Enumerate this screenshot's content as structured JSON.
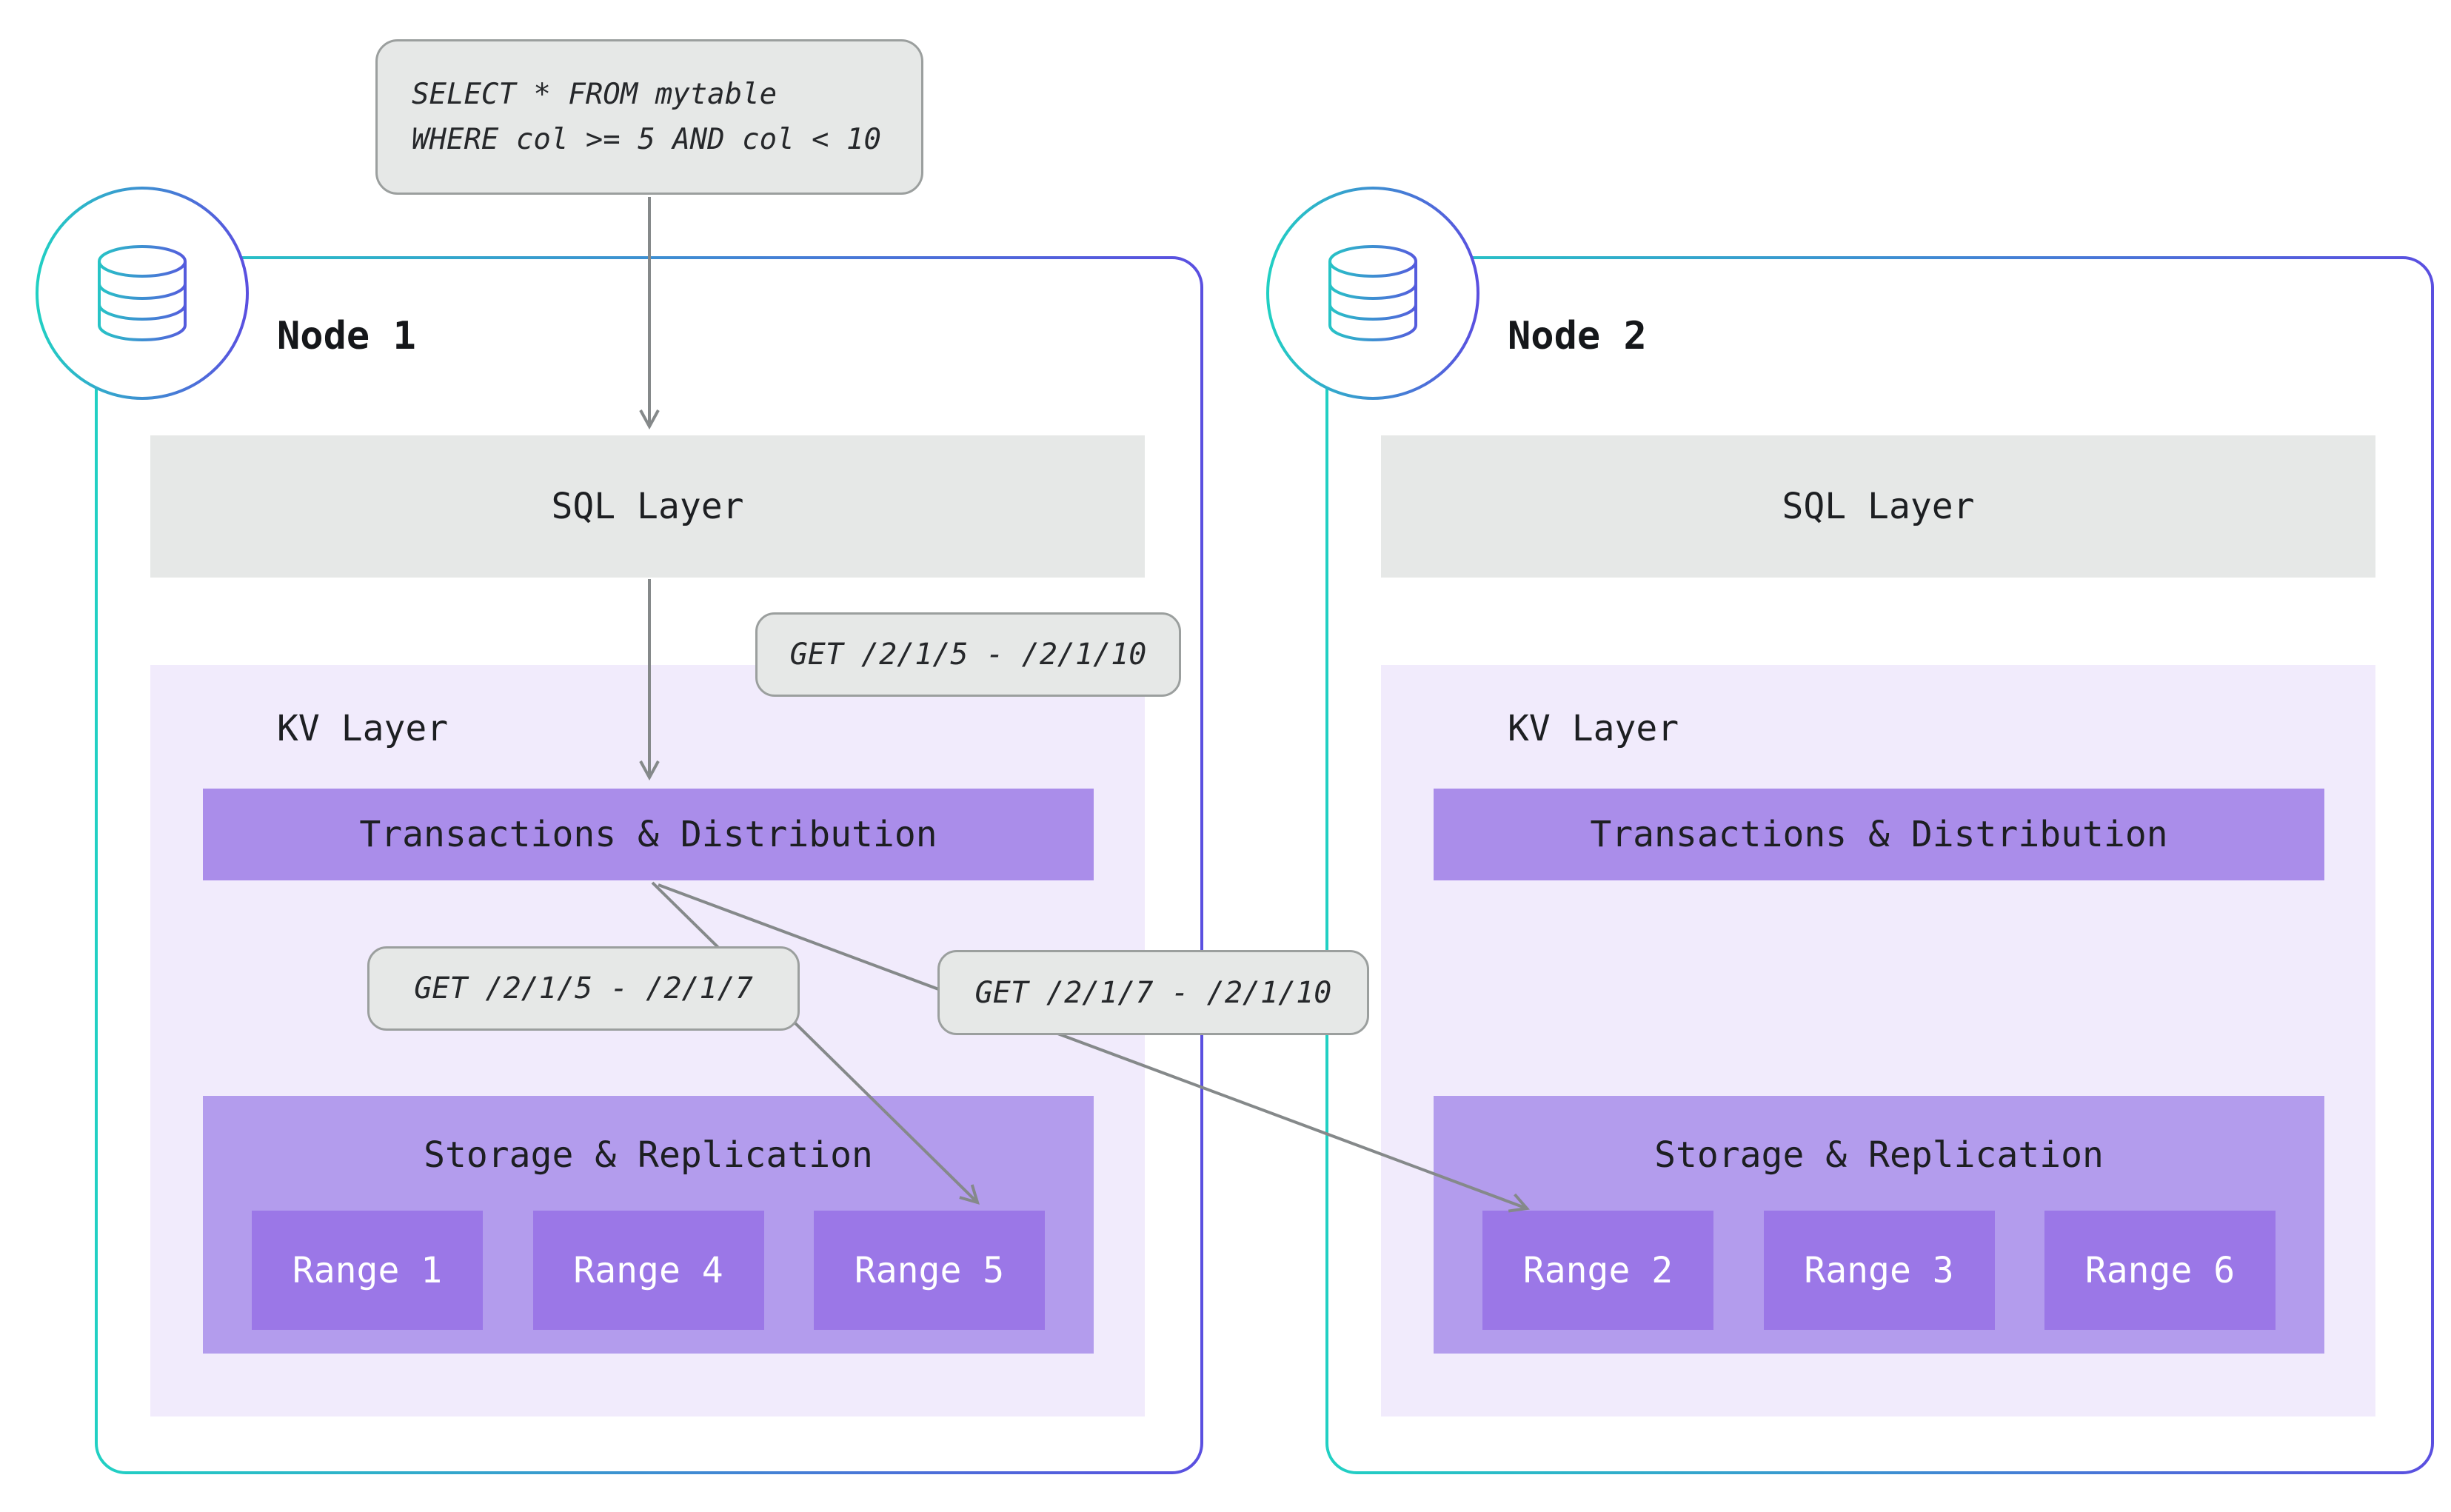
{
  "query": {
    "lines": [
      "SELECT * FROM mytable",
      "WHERE col >= 5 AND col < 10"
    ]
  },
  "get_labels": {
    "full": "GET /2/1/5 - /2/1/10",
    "left": "GET /2/1/5 - /2/1/7",
    "right": "GET /2/1/7 - /2/1/10"
  },
  "nodes": [
    {
      "title": "Node 1",
      "sql_layer": "SQL Layer",
      "kv_layer": "KV Layer",
      "transactions": "Transactions & Distribution",
      "storage": "Storage & Replication",
      "ranges": [
        "Range 1",
        "Range 4",
        "Range 5"
      ]
    },
    {
      "title": "Node 2",
      "sql_layer": "SQL Layer",
      "kv_layer": "KV Layer",
      "transactions": "Transactions & Distribution",
      "storage": "Storage & Replication",
      "ranges": [
        "Range 2",
        "Range 3",
        "Range 6"
      ]
    }
  ],
  "colors": {
    "gray_box": "#e6e8e7",
    "gray_border": "#9b9f9e",
    "kv_bg": "#f1ebfc",
    "transactions_bg": "#aa8dea",
    "storage_bg": "#b39ced",
    "range_bg": "#9b77e7",
    "arrow": "#85898a",
    "gradient_start": "#21d0c3",
    "gradient_end": "#5a4fe0"
  }
}
